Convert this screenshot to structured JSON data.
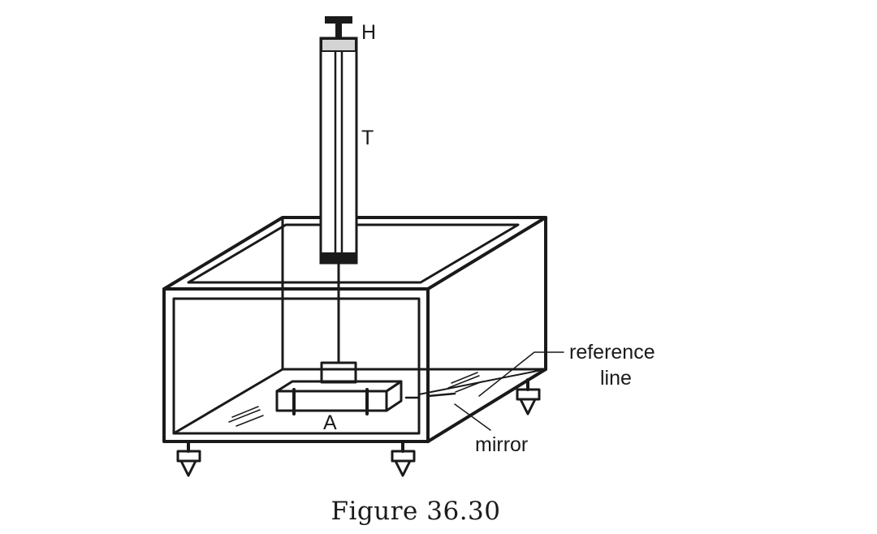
{
  "labels": {
    "handle": "H",
    "tube": "T",
    "block": "A",
    "reference_line_1": "reference",
    "reference_line_2": "line",
    "mirror": "mirror"
  },
  "caption": "Figure 36.30",
  "colors": {
    "ink": "#1a1a1a",
    "band_light": "#d4d4d4",
    "background": "#ffffff"
  }
}
